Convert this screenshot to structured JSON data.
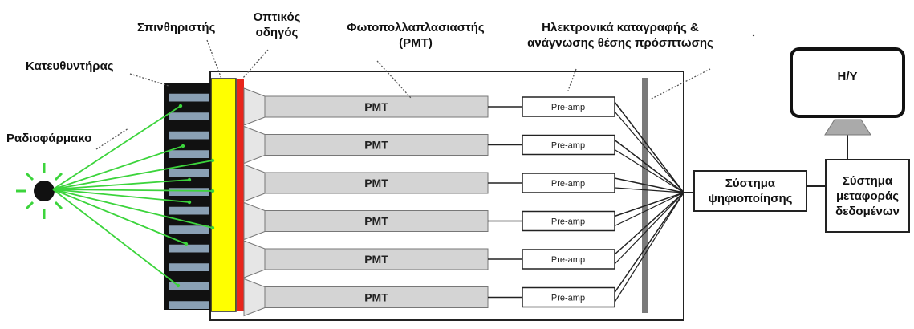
{
  "labels": {
    "collimator": "Κατευθυντήρας",
    "scintillator": "Σπινθηριστής",
    "light_guide_line1": "Οπτικός",
    "light_guide_line2": "οδηγός",
    "pmt_title_line1": "Φωτοπολλαπλασιαστής",
    "pmt_title_line2": "(PMT)",
    "electronics_line1": "Ηλεκτρονικά καταγραφής &",
    "electronics_line2": "ανάγνωσης θέσης πρόσπτωσης",
    "radiopharmaceutical": "Ραδιοφάρμακο"
  },
  "pmt_units": [
    {
      "pmt": "PMT",
      "amp": "Pre-amp"
    },
    {
      "pmt": "PMT",
      "amp": "Pre-amp"
    },
    {
      "pmt": "PMT",
      "amp": "Pre-amp"
    },
    {
      "pmt": "PMT",
      "amp": "Pre-amp"
    },
    {
      "pmt": "PMT",
      "amp": "Pre-amp"
    },
    {
      "pmt": "PMT",
      "amp": "Pre-amp"
    }
  ],
  "digitization": {
    "line1": "Σύστημα",
    "line2": "ψηφιοποίησης"
  },
  "transfer": {
    "line1": "Σύστημα",
    "line2": "μεταφοράς",
    "line3": "δεδομένων"
  },
  "computer": {
    "label": "Η/Υ"
  },
  "colors": {
    "scintillator": "#ffff00",
    "light_guide": "#e8261c",
    "rays": "#3cd43c",
    "collimator_dark": "#111111",
    "collimator_light": "#8aa0b4",
    "pmt_fill": "#d4d4d4",
    "bus": "#7a7a7a"
  }
}
